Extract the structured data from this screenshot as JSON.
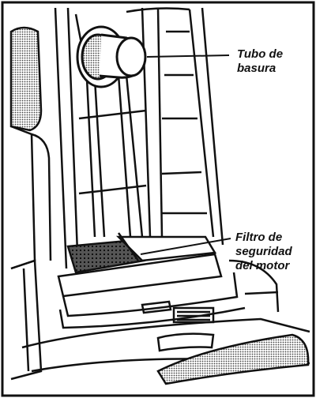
{
  "labels": {
    "tube": {
      "line1": "Tubo de",
      "line2": "basura"
    },
    "filter": {
      "line1": "Filtro de",
      "line2": "seguridad",
      "line3": "del motor"
    }
  },
  "colors": {
    "ink": "#111111",
    "paper": "#ffffff",
    "hatch": "#333333"
  }
}
